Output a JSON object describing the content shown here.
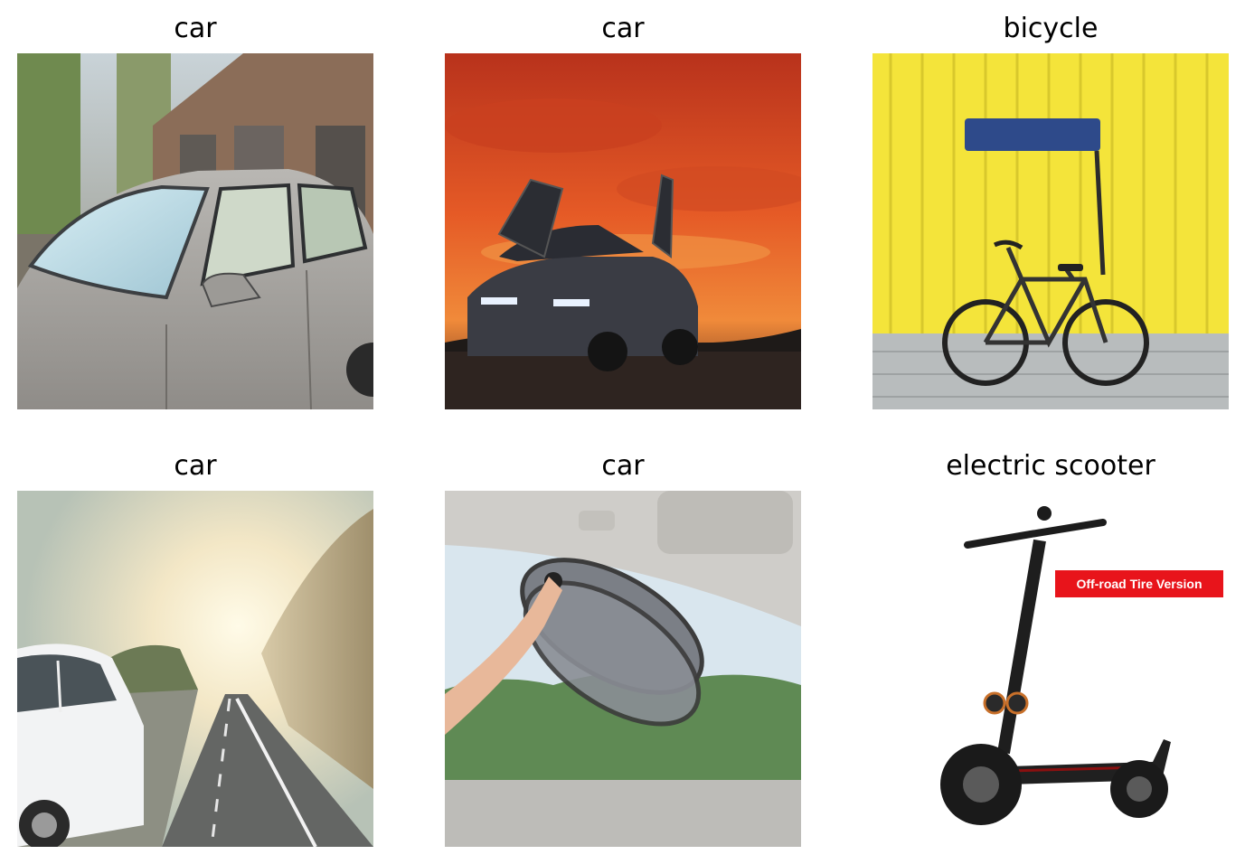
{
  "grid": [
    {
      "label": "car"
    },
    {
      "label": "car"
    },
    {
      "label": "bicycle"
    },
    {
      "label": "car"
    },
    {
      "label": "car"
    },
    {
      "label": "electric scooter"
    }
  ],
  "images": {
    "scooter_badge_text": "Off-road Tire Version"
  }
}
